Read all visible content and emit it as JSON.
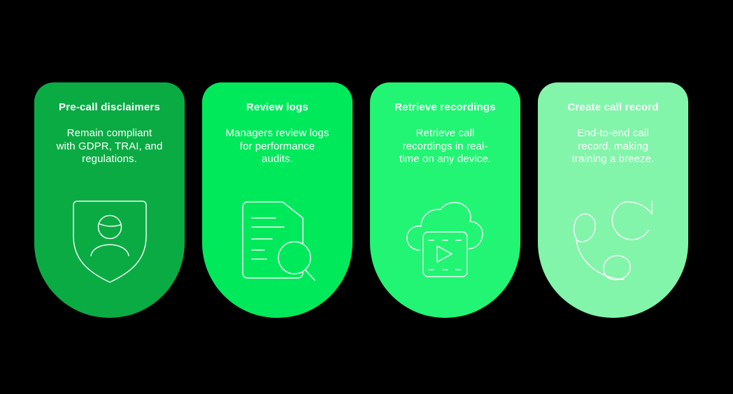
{
  "page": {
    "background_color": "#000000",
    "text_color": "#ffffff"
  },
  "cards": [
    {
      "title": "Pre-call disclaimers",
      "body_lines": [
        "Remain compliant",
        "with GDPR, TRAI, and",
        "regulations."
      ],
      "bg": "#0BAB44",
      "icon": "shield-user-icon"
    },
    {
      "title": "Review logs",
      "body_lines": [
        "Managers review logs",
        "for performance",
        "audits."
      ],
      "bg": "#00E95B",
      "icon": "document-search-icon"
    },
    {
      "title": "Retrieve recordings",
      "body_lines": [
        "Retrieve call",
        "recordings in real-",
        "time on any device."
      ],
      "bg": "#22F573",
      "icon": "cloud-video-icon"
    },
    {
      "title": "Create call record",
      "body_lines": [
        "End-to-end call",
        "record, making",
        "training a breeze."
      ],
      "bg": "#82F5AA",
      "icon": "phone-refresh-icon"
    }
  ]
}
